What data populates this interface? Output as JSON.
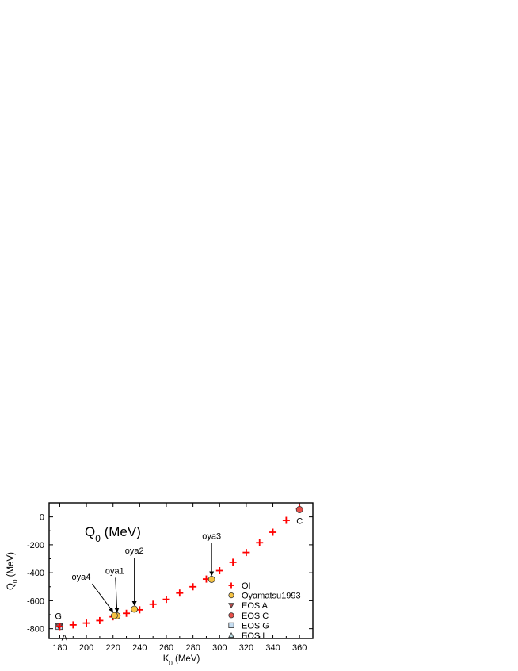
{
  "chart_data": {
    "type": "scatter",
    "title": "Q₀ (MeV)",
    "xlabel": "K₀ (MeV)",
    "ylabel": "Q₀ (MeV)",
    "xlim": [
      172,
      370
    ],
    "ylim": [
      -870,
      100
    ],
    "xticks": [
      180,
      200,
      220,
      240,
      260,
      280,
      300,
      320,
      340,
      360
    ],
    "yticks": [
      -800,
      -600,
      -400,
      -200,
      0
    ],
    "grid": false,
    "legend_position": "bottom-right",
    "series": [
      {
        "name": "OI",
        "marker": "plus",
        "color": "#ff0000",
        "x": [
          180,
          190,
          200,
          210,
          220,
          230,
          240,
          250,
          260,
          270,
          280,
          290,
          300,
          310,
          320,
          330,
          340,
          350,
          360
        ],
        "y": [
          -785,
          -773,
          -760,
          -742,
          -715,
          -690,
          -665,
          -625,
          -590,
          -545,
          -500,
          -445,
          -385,
          -325,
          -255,
          -185,
          -110,
          -25,
          60
        ]
      },
      {
        "name": "Oyamatsu1993",
        "marker": "circle",
        "color": "#f5c242",
        "x": [
          223,
          236,
          294,
          221
        ],
        "y": [
          -708,
          -660,
          -447,
          -706
        ],
        "labels": [
          "oya1",
          "oya2",
          "oya3",
          "oya4"
        ]
      },
      {
        "name": "EOS A",
        "marker": "triangle-down",
        "color": "#b04a4a",
        "x": [
          179.5
        ],
        "y": [
          -783
        ],
        "labels": [
          "A"
        ]
      },
      {
        "name": "EOS C",
        "marker": "circle",
        "color": "#e8504a",
        "x": [
          360
        ],
        "y": [
          52
        ],
        "labels": [
          "C"
        ]
      },
      {
        "name": "EOS G",
        "marker": "square",
        "color": "#9fc6e8",
        "x": [
          179.5
        ],
        "y": [
          -783
        ],
        "labels": [
          "G"
        ]
      },
      {
        "name": "EOS I",
        "marker": "triangle-up",
        "color": "#9ecfd8",
        "x": [],
        "y": []
      }
    ]
  }
}
